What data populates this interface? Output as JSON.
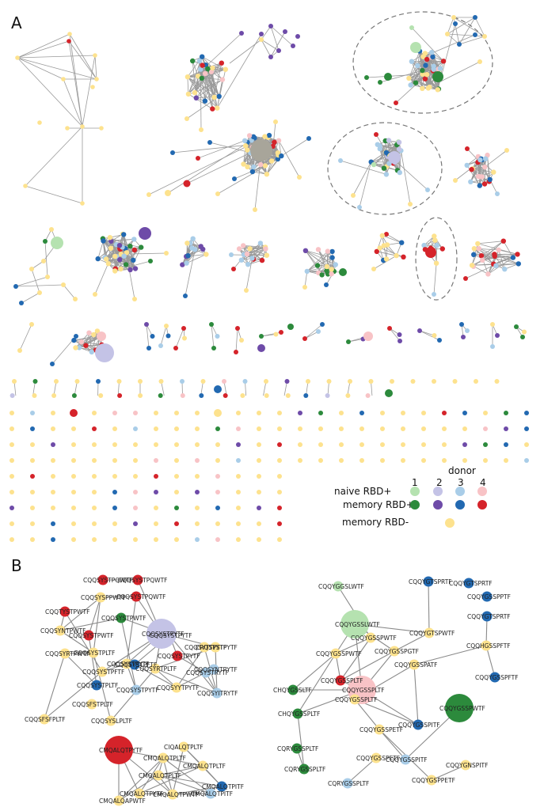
{
  "panels": {
    "a": "A",
    "b": "B"
  },
  "legend": {
    "donor_title": "donor",
    "donor_labels": [
      "1",
      "2",
      "3",
      "4"
    ],
    "rows": [
      {
        "label": "naive RBD+",
        "colors": [
          "#b5e2b0",
          "#c4c3e6",
          "#a9cde8",
          "#f8c3c6"
        ]
      },
      {
        "label": "memory RBD+",
        "colors": [
          "#2c8a3c",
          "#6e4ba8",
          "#2269b1",
          "#d5232a"
        ]
      },
      {
        "label": "memory RBD-",
        "colors": [
          "#fde28e"
        ]
      }
    ]
  },
  "colors": {
    "naive1": "#b5e2b0",
    "naive2": "#c4c3e6",
    "naive3": "#a9cde8",
    "naive4": "#f8c3c6",
    "mem1": "#2c8a3c",
    "mem2": "#6e4ba8",
    "mem3": "#2269b1",
    "mem4": "#d5232a",
    "neg": "#fde28e",
    "edge": "#9a9a9a"
  },
  "panel_b": {
    "left_top_network": [
      {
        "label": "CQQSYSTPQWTF",
        "c": "mem4"
      },
      {
        "label": "CQQSYSTPQWTF",
        "c": "mem4"
      },
      {
        "label": "CQQSYSPPWTF",
        "c": "neg"
      },
      {
        "label": "CQQSYSTPQWTF",
        "c": "mem4"
      },
      {
        "label": "CQQTYSTPWTF",
        "c": "mem4"
      },
      {
        "label": "CQQSYNTPWTF",
        "c": "neg"
      },
      {
        "label": "CQQSYSTPWTF",
        "c": "mem1"
      },
      {
        "label": "CQQSYSTPWTF",
        "c": "mem4"
      },
      {
        "label": "CQQSYRTPWTF",
        "c": "neg"
      },
      {
        "label": "CQQSYSTPLTF",
        "c": "neg"
      },
      {
        "label": "CQQSYSTPYTF",
        "c": "neg"
      },
      {
        "label": "CQQSYSTPYTF",
        "c": "naive2"
      },
      {
        "label": "CRQSYSTPYTF",
        "c": "neg"
      },
      {
        "label": "CQQSYSTPYTF",
        "c": "neg"
      },
      {
        "label": "CQQSYTTPYTF",
        "c": "neg"
      },
      {
        "label": "CQQSYSTPYTF",
        "c": "mem4"
      },
      {
        "label": "CQQSYSTPFTF",
        "c": "neg"
      },
      {
        "label": "CQQSYSTPFTF",
        "c": "mem3"
      },
      {
        "label": "CQQSYNTRYTF",
        "c": "naive3"
      },
      {
        "label": "CQQSYSTRYTF",
        "c": "naive3"
      },
      {
        "label": "CQQSYRTPLTF",
        "c": "neg"
      },
      {
        "label": "CQQSYSTPLTF",
        "c": "mem3"
      },
      {
        "label": "CQQSYSTPYTF",
        "c": "naive3"
      },
      {
        "label": "CQQSYYTPYTF",
        "c": "neg"
      },
      {
        "label": "CQQSYITRYTF",
        "c": "naive3"
      },
      {
        "label": "CQQSFSTPLTF",
        "c": "neg"
      },
      {
        "label": "CQQSFSFPLTF",
        "c": "neg"
      },
      {
        "label": "CQQSYSLPLTF",
        "c": "neg"
      }
    ],
    "left_bottom_network": [
      {
        "label": "CIQALQTPLTF",
        "c": "neg"
      },
      {
        "label": "CMQALQTPLTF",
        "c": "neg"
      },
      {
        "label": "CMQALQTPLTF",
        "c": "neg"
      },
      {
        "label": "CMQALQTPYTF",
        "c": "mem4"
      },
      {
        "label": "CMQALQTPLTF",
        "c": "neg"
      },
      {
        "label": "CMQALQTPITF",
        "c": "mem3"
      },
      {
        "label": "CMQALQTPYTF",
        "c": "neg"
      },
      {
        "label": "CMQALQTPITF",
        "c": "naive3"
      },
      {
        "label": "CMQALQTPWTF",
        "c": "neg"
      },
      {
        "label": "CMQALQAPWTF",
        "c": "neg"
      }
    ],
    "right_network": [
      {
        "label": "CQQYGGSLWTF",
        "c": "naive1"
      },
      {
        "label": "CQQYGTSPRTF",
        "c": "mem3"
      },
      {
        "label": "CQQYGTSPRTF",
        "c": "mem3"
      },
      {
        "label": "CQQYGSSPPTF",
        "c": "mem3"
      },
      {
        "label": "CQQYGSSLWTF",
        "c": "naive1"
      },
      {
        "label": "CQQYGTSPRTF",
        "c": "mem3"
      },
      {
        "label": "CQQYGSSPWTF",
        "c": "neg"
      },
      {
        "label": "CQQYGTSPWTF",
        "c": "neg"
      },
      {
        "label": "CQQYGSSPWTF",
        "c": "neg"
      },
      {
        "label": "CQQYGSSPGTF",
        "c": "neg"
      },
      {
        "label": "CQQHGSSPFTF",
        "c": "neg"
      },
      {
        "label": "CQQYGSSPFTF",
        "c": "mem3"
      },
      {
        "label": "CQQYGSSPLTF",
        "c": "mem4"
      },
      {
        "label": "CQQYGSSPATF",
        "c": "neg"
      },
      {
        "label": "CHQYGSSLTF",
        "c": "mem1"
      },
      {
        "label": "CQQYGSSPLTF",
        "c": "naive4"
      },
      {
        "label": "CHQYGSSPLTF",
        "c": "mem1"
      },
      {
        "label": "CQQYGSSPLTF",
        "c": "neg"
      },
      {
        "label": "CQQYGSSPWTF",
        "c": "mem1"
      },
      {
        "label": "CQQYGSSPITF",
        "c": "mem3"
      },
      {
        "label": "CQRYGSSPLTF",
        "c": "mem1"
      },
      {
        "label": "CQQYGSSPETF",
        "c": "neg"
      },
      {
        "label": "CQRYGSSPLTF",
        "c": "mem1"
      },
      {
        "label": "CQRYGSSPLTF",
        "c": "naive3"
      },
      {
        "label": "CQQYGSSPITF",
        "c": "naive3"
      },
      {
        "label": "CQQYGNSPITF",
        "c": "neg"
      },
      {
        "label": "CQQYGSPPETF",
        "c": "neg"
      },
      {
        "label": "CQQYGSSPETF",
        "c": "neg"
      }
    ]
  }
}
